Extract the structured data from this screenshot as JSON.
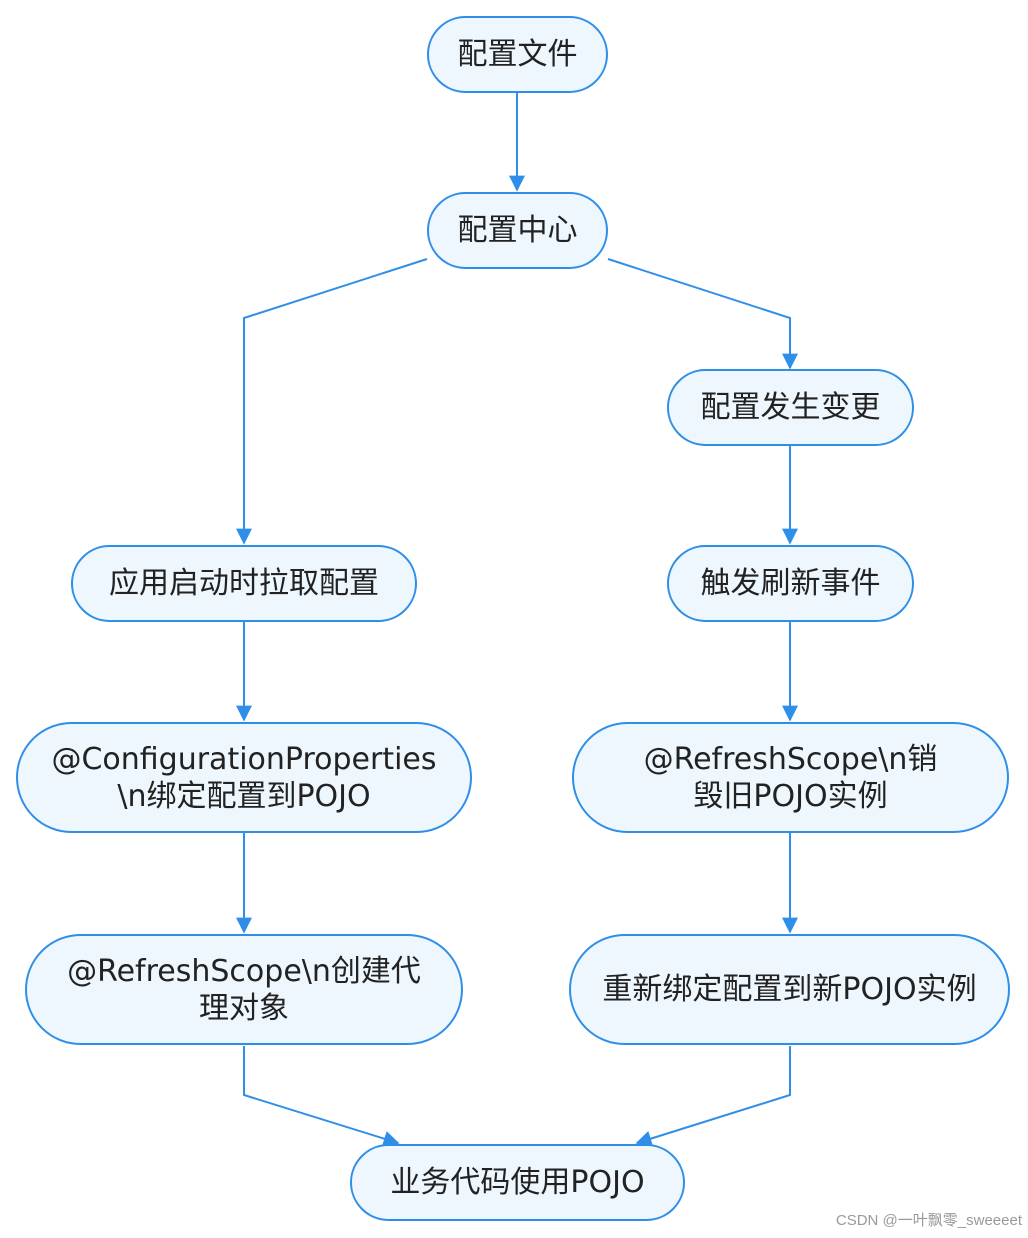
{
  "nodes": {
    "config_file": "配置文件",
    "config_center": "配置中心",
    "config_change": "配置发生变更",
    "startup_pull": "应用启动时拉取配置",
    "trigger_refresh": "触发刷新事件",
    "config_properties_bind": "@ConfigurationProperties\\n绑定配置到POJO",
    "refresh_scope_destroy": "@RefreshScope\\n销毁旧POJO实例",
    "refresh_scope_proxy": "@RefreshScope\\n创建代理对象",
    "rebind_new": "重新绑定配置到新POJO实例",
    "business_use": "业务代码使用POJO"
  },
  "colors": {
    "node_fill": "#eef7fd",
    "node_border": "#2f8fe8",
    "edge": "#2f8fe8"
  },
  "watermark": "CSDN @一叶飘零_sweeeet"
}
